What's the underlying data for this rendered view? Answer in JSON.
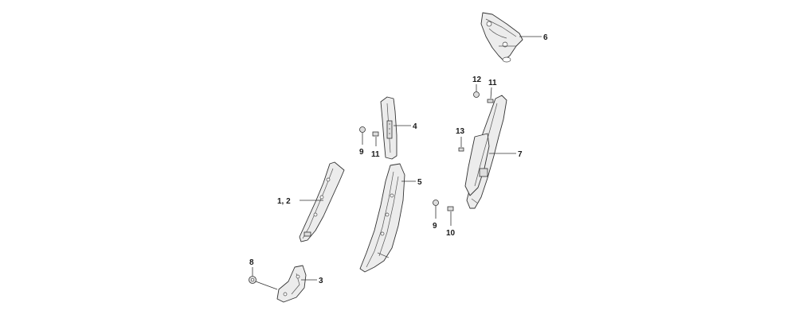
{
  "callouts": {
    "c1": "1, 2",
    "c3": "3",
    "c4": "4",
    "c5": "5",
    "c6": "6",
    "c7": "7",
    "c8": "8",
    "c9a": "9",
    "c9b": "9",
    "c10": "10",
    "c11a": "11",
    "c11b": "11",
    "c12": "12",
    "c13": "13"
  },
  "colors": {
    "line": "#333333",
    "part_fill": "#ececec",
    "background": "#ffffff"
  }
}
